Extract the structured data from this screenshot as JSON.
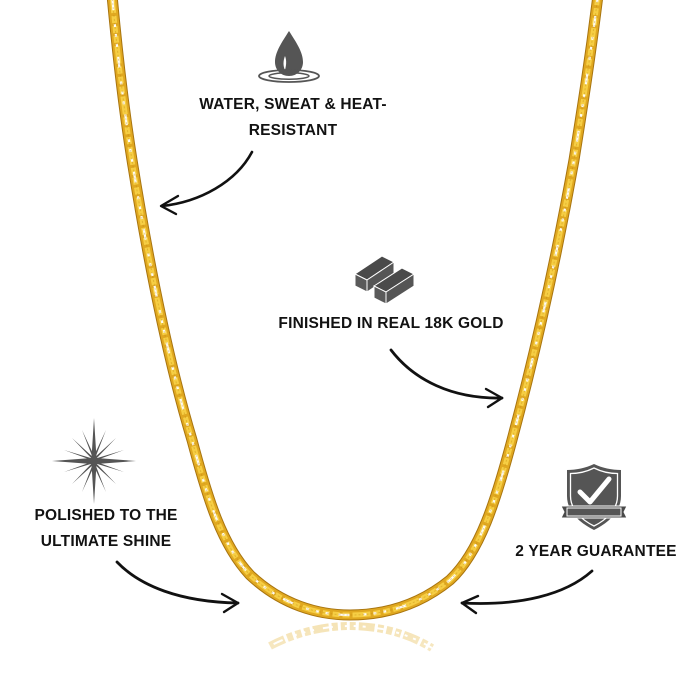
{
  "product": {
    "name": "gold figaro chain necklace",
    "colors": {
      "gold_base": "#E0A820",
      "gold_highlight": "#F6CE44",
      "gold_shadow": "#A8740E",
      "icon_gray": "#555555",
      "text": "#121212",
      "arrow": "#111111",
      "background": "#FFFFFF"
    }
  },
  "features": [
    {
      "id": "water-resistant",
      "icon": "water-drop-icon",
      "line1": "WATER, SWEAT & HEAT-",
      "line2": "RESISTANT",
      "arrow_direction": "left"
    },
    {
      "id": "real-gold",
      "icon": "gold-bars-icon",
      "line1": "FINISHED IN REAL 18K GOLD",
      "arrow_direction": "right"
    },
    {
      "id": "polished",
      "icon": "sparkle-icon",
      "line1": "POLISHED TO THE",
      "line2": "ULTIMATE SHINE",
      "arrow_direction": "right"
    },
    {
      "id": "guarantee",
      "icon": "shield-check-icon",
      "line1": "2 YEAR GUARANTEE",
      "arrow_direction": "left"
    }
  ]
}
